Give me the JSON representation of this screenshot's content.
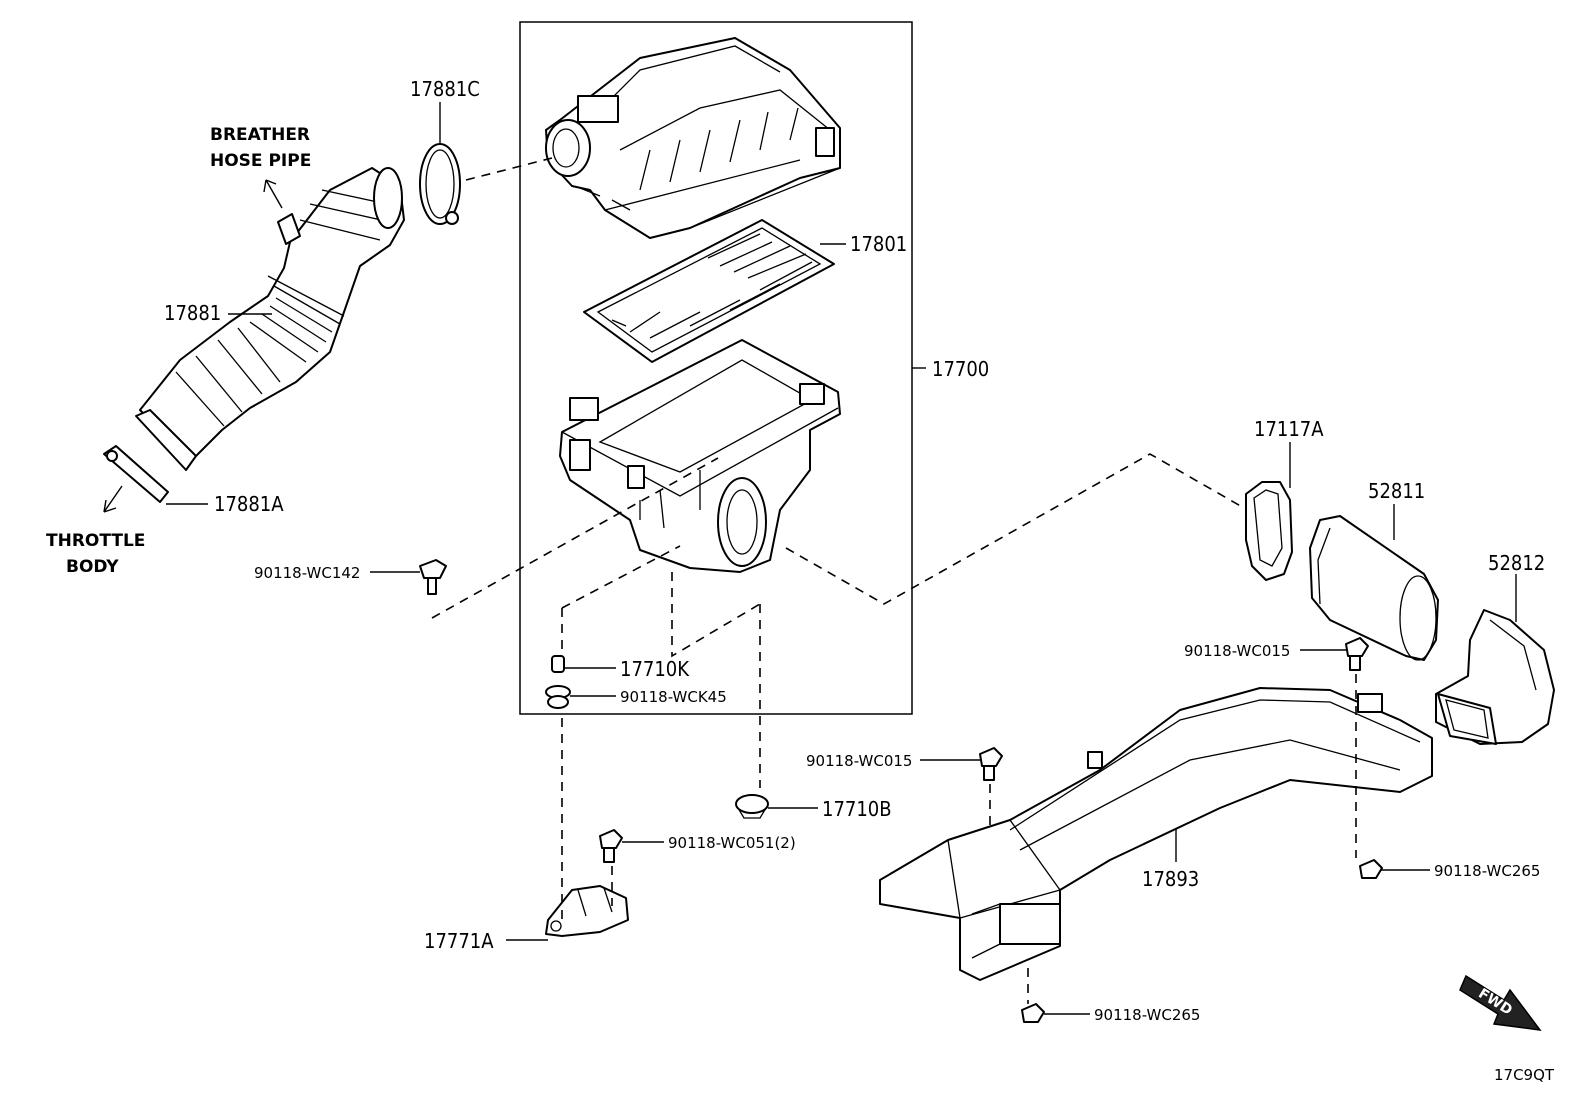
{
  "labels": {
    "p17881C": "17881C",
    "p17881": "17881",
    "p17881A": "17881A",
    "p17801": "17801",
    "p17700": "17700",
    "p17117A": "17117A",
    "p52811": "52811",
    "p52812": "52812",
    "p90118_WC142": "90118-WC142",
    "p17710K": "17710K",
    "p90118_WCK45": "90118-WCK45",
    "p90118_WC015_right": "90118-WC015",
    "p90118_WC015_left": "90118-WC015",
    "p17710B": "17710B",
    "p90118_WC051": "90118-WC051(2)",
    "p17893": "17893",
    "p90118_WC265_right": "90118-WC265",
    "p17771A": "17771A",
    "p90118_WC265_bottom": "90118-WC265"
  },
  "notes": {
    "breather_line1": "BREATHER",
    "breather_line2": "HOSE PIPE",
    "throttle_line1": "THROTTLE",
    "throttle_line2": "BODY"
  },
  "fwd_label": "FWD",
  "figure_code": "17C9QT"
}
